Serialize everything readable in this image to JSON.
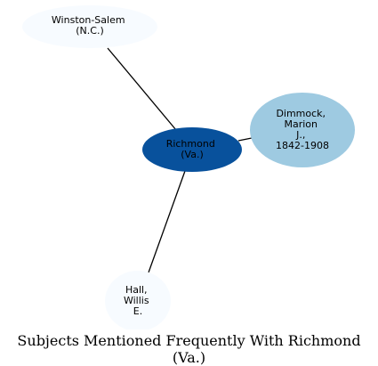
{
  "caption": "Subjects Mentioned Frequently With Richmond (Va.)",
  "center": {
    "lines": [
      "Richmond",
      "(Va.)"
    ],
    "color": "#08519c"
  },
  "neighbors": [
    {
      "id": "winston-salem",
      "lines": [
        "Winston-Salem",
        "(N.C.)"
      ],
      "color": "#f7fbff"
    },
    {
      "id": "dimmock",
      "lines": [
        "Dimmock,",
        "Marion",
        "J.,",
        "1842-1908"
      ],
      "color": "#9ecae1"
    },
    {
      "id": "hall",
      "lines": [
        "Hall,",
        "Willis",
        "E."
      ],
      "color": "#f7fbff"
    }
  ]
}
